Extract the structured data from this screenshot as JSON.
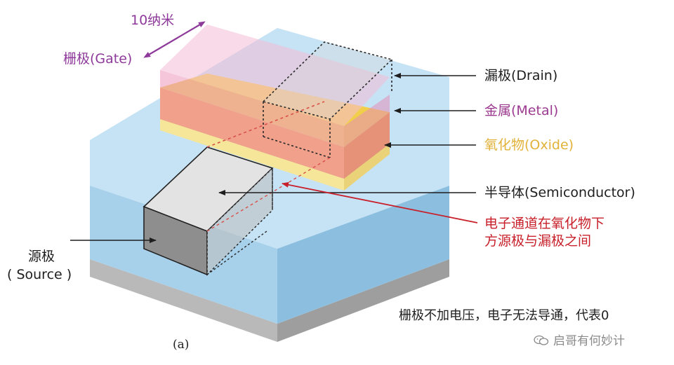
{
  "labels": {
    "scale": "10纳米",
    "gate": "栅极(Gate)",
    "drain": "漏极(Drain)",
    "metal": "金属(Metal)",
    "oxide": "氧化物(Oxide)",
    "semiconductor": "半导体(Semiconductor)",
    "channel_line1": "电子通道在氧化物下",
    "channel_line2": "方源极与漏极之间",
    "source_line1": "源极",
    "source_line2": "( Source )",
    "caption": "(a)",
    "note": "栅极不加电压，电子无法导通，代表0",
    "watermark": "启哥有何妙计"
  },
  "colors": {
    "substrate_gray": "#b7b7b7",
    "semiconductor_blue": "#a9d2ec",
    "oxide_yellow": "#f5e08a",
    "metal_orange": "#f3a33a",
    "gate_pink": "#eeb0cc",
    "electrode_gray": "#dcdcdc",
    "gate_label_purple": "#8e3a9a",
    "channel_red": "#c8202a"
  },
  "icons": [
    "wechat-icon"
  ]
}
